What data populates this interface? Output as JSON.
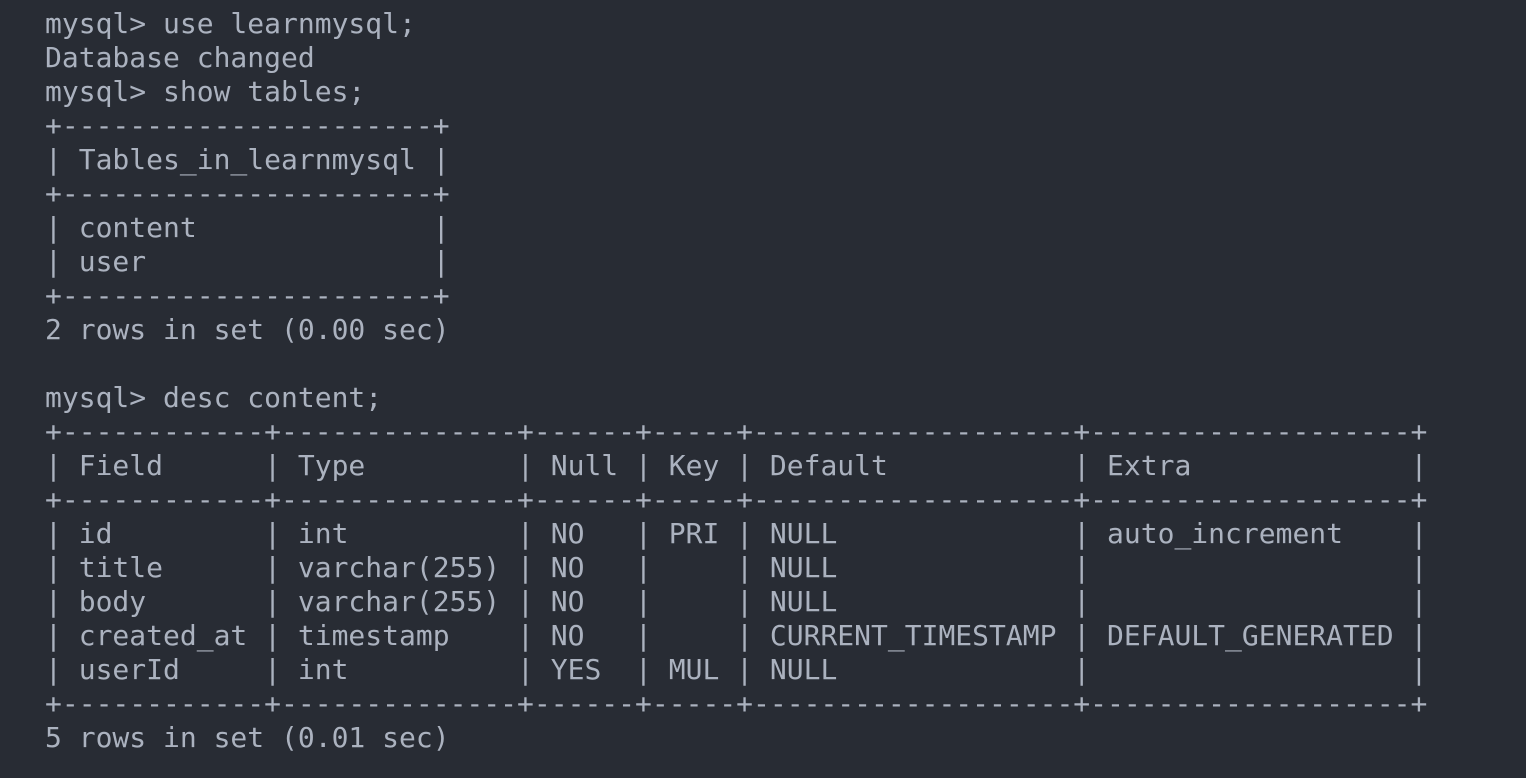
{
  "terminal": {
    "colors": {
      "background": "#282c34",
      "foreground": "#abb2bf"
    },
    "lines": [
      "mysql> use learnmysql;",
      "Database changed",
      "mysql> show tables;",
      "+----------------------+",
      "| Tables_in_learnmysql |",
      "+----------------------+",
      "| content              |",
      "| user                 |",
      "+----------------------+",
      "2 rows in set (0.00 sec)",
      "",
      "mysql> desc content;",
      "+------------+--------------+------+-----+-------------------+-------------------+",
      "| Field      | Type         | Null | Key | Default           | Extra             |",
      "+------------+--------------+------+-----+-------------------+-------------------+",
      "| id         | int          | NO   | PRI | NULL              | auto_increment    |",
      "| title      | varchar(255) | NO   |     | NULL              |                   |",
      "| body       | varchar(255) | NO   |     | NULL              |                   |",
      "| created_at | timestamp    | NO   |     | CURRENT_TIMESTAMP | DEFAULT_GENERATED |",
      "| userId     | int          | YES  | MUL | NULL              |                   |",
      "+------------+--------------+------+-----+-------------------+-------------------+",
      "5 rows in set (0.01 sec)"
    ],
    "tables": {
      "show_tables": {
        "header": "Tables_in_learnmysql",
        "rows": [
          "content",
          "user"
        ],
        "summary": "2 rows in set (0.00 sec)"
      },
      "desc_content": {
        "columns": [
          "Field",
          "Type",
          "Null",
          "Key",
          "Default",
          "Extra"
        ],
        "rows": [
          [
            "id",
            "int",
            "NO",
            "PRI",
            "NULL",
            "auto_increment"
          ],
          [
            "title",
            "varchar(255)",
            "NO",
            "",
            "NULL",
            ""
          ],
          [
            "body",
            "varchar(255)",
            "NO",
            "",
            "NULL",
            ""
          ],
          [
            "created_at",
            "timestamp",
            "NO",
            "",
            "CURRENT_TIMESTAMP",
            "DEFAULT_GENERATED"
          ],
          [
            "userId",
            "int",
            "YES",
            "MUL",
            "NULL",
            ""
          ]
        ],
        "summary": "5 rows in set (0.01 sec)"
      }
    }
  }
}
